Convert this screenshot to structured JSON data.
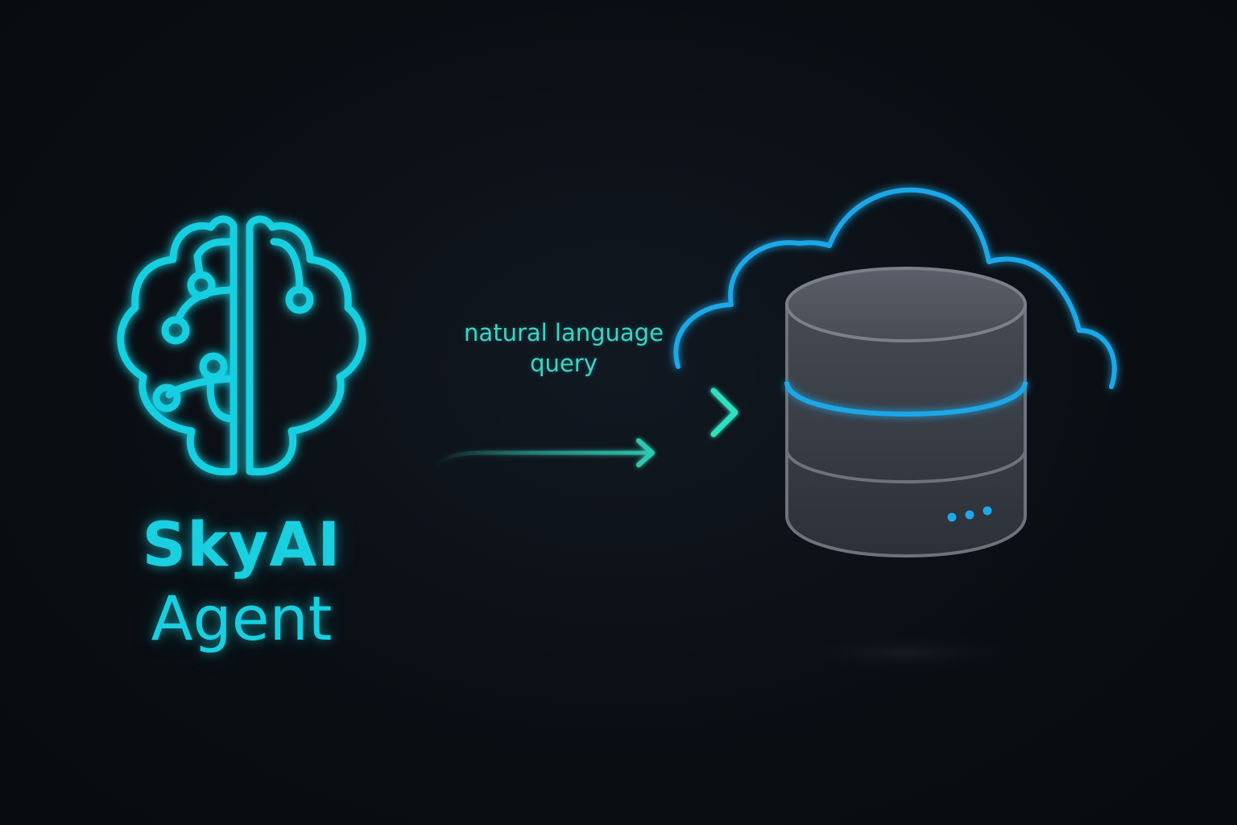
{
  "agent": {
    "name_line1": "SkyAI",
    "name_line2": "Agent",
    "icon": "brain-circuit-icon",
    "color": "#19cfe0"
  },
  "connection": {
    "label_line1": "natural language",
    "label_line2": "query",
    "color": "#2fd8c0"
  },
  "target": {
    "icon": "cloud-database-icon",
    "cloud_color": "#1fa8e8",
    "band_color": "#1fa8e8",
    "body_color": "#3a3f48"
  }
}
